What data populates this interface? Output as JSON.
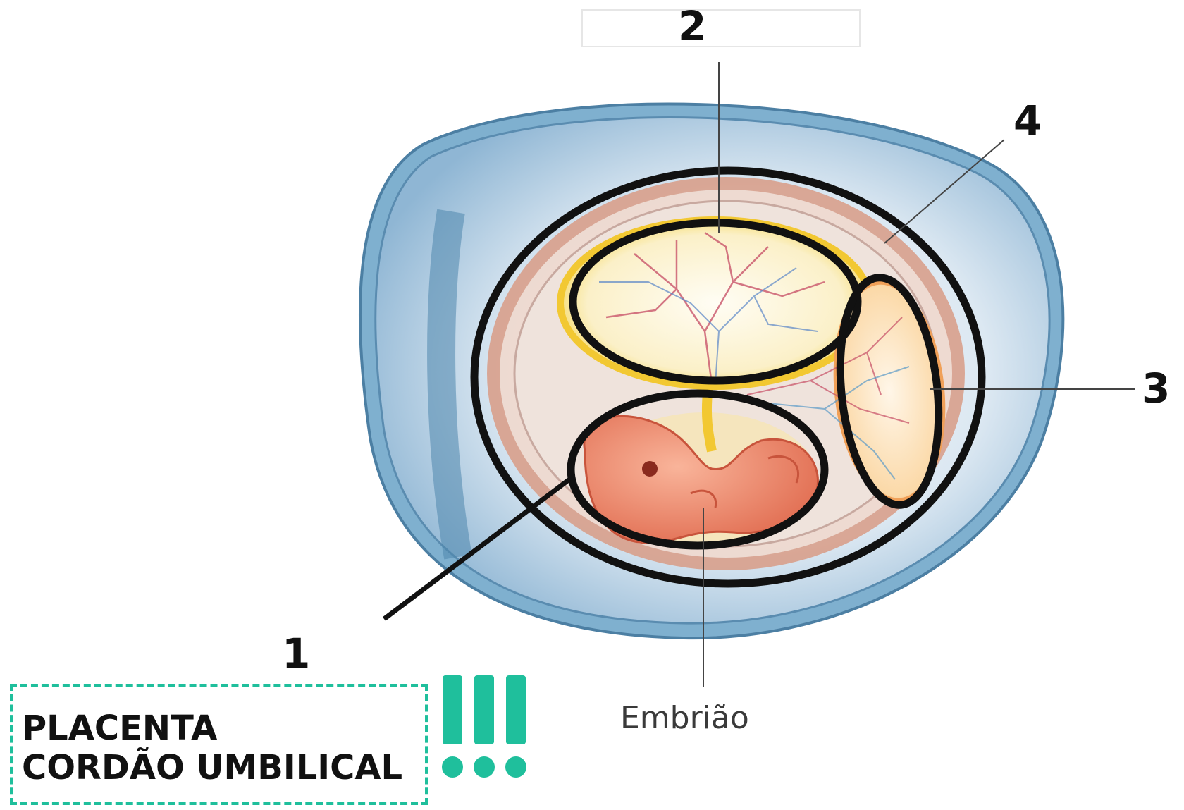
{
  "labels": {
    "one": "1",
    "two": "2",
    "three": "3",
    "four": "4",
    "embryo": "Embrião"
  },
  "callout": {
    "line1": "PLACENTA",
    "line2": "CORDÃO UMBILICAL",
    "accent_color": "#1fbf9c",
    "exclamation": "!!!"
  },
  "colors": {
    "outline": "#111111",
    "shell_blue": "#6fa3c7",
    "membrane_pink": "#e8b8a6",
    "yolk_yellow": "#f6e07a",
    "embryo_skin": "#f08c6f"
  }
}
